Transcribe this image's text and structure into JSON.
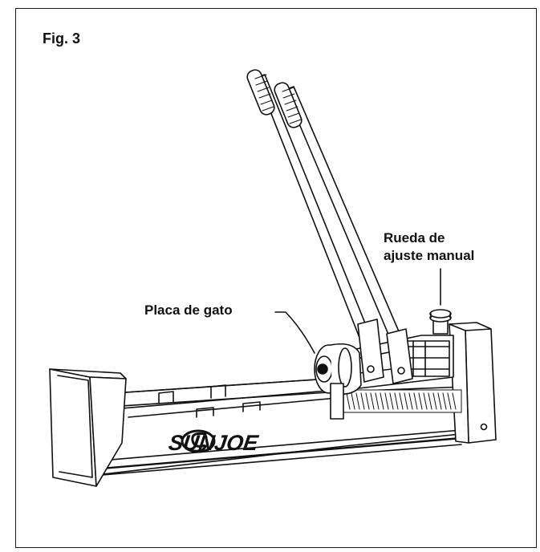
{
  "figure": {
    "title": "Fig. 3",
    "labels": {
      "jack_plate": "Placa de gato",
      "wheel_line1": "Rueda de",
      "wheel_line2": "ajuste manual"
    },
    "brand": "SUNJOE"
  },
  "colors": {
    "line": "#111111",
    "fill": "#ffffff"
  }
}
